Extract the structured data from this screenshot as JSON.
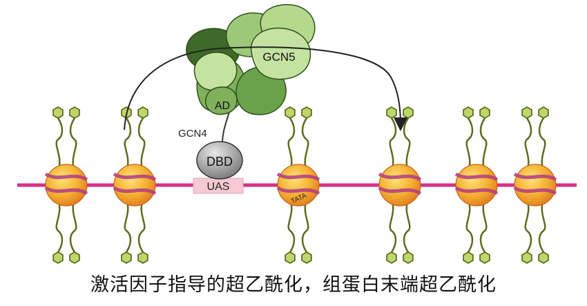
{
  "labels": {
    "gcn5": "GCN5",
    "ad": "AD",
    "gcn4": "GCN4",
    "dbd": "DBD",
    "uas": "UAS",
    "tata": "TATA"
  },
  "caption": "激活因子指导的超乙酰化，组蛋白末端超乙酰化",
  "colors": {
    "dna": "#d62f86",
    "uas_box": "#f7c9d3",
    "tail": "#5f6b1e",
    "tail_node": "#bcd86b",
    "nucleosome": "#f4b23a",
    "nucleosome_band": "#b23b86",
    "complex_light": "#b5d98c",
    "complex_mid": "#7fb15a",
    "complex_dark": "#3e6a2a",
    "dbd": "#9a9a9a"
  }
}
